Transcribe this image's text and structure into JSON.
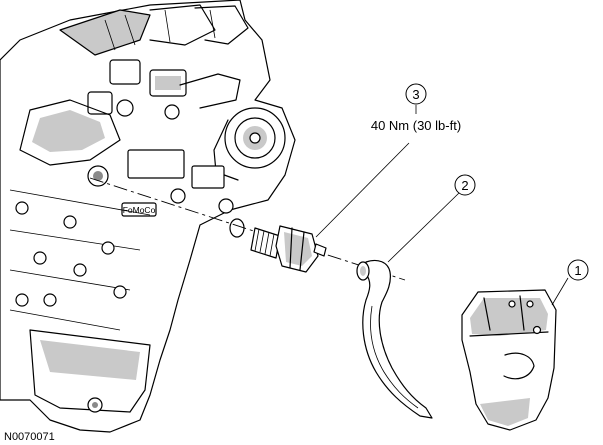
{
  "callouts": [
    {
      "number": "1",
      "part": ""
    },
    {
      "number": "2",
      "part": ""
    },
    {
      "number": "3",
      "part": ""
    }
  ],
  "torque_spec": "40 Nm (30 lb-ft)",
  "figure_id": "N0070071",
  "casting_mark": "FoMoCo"
}
